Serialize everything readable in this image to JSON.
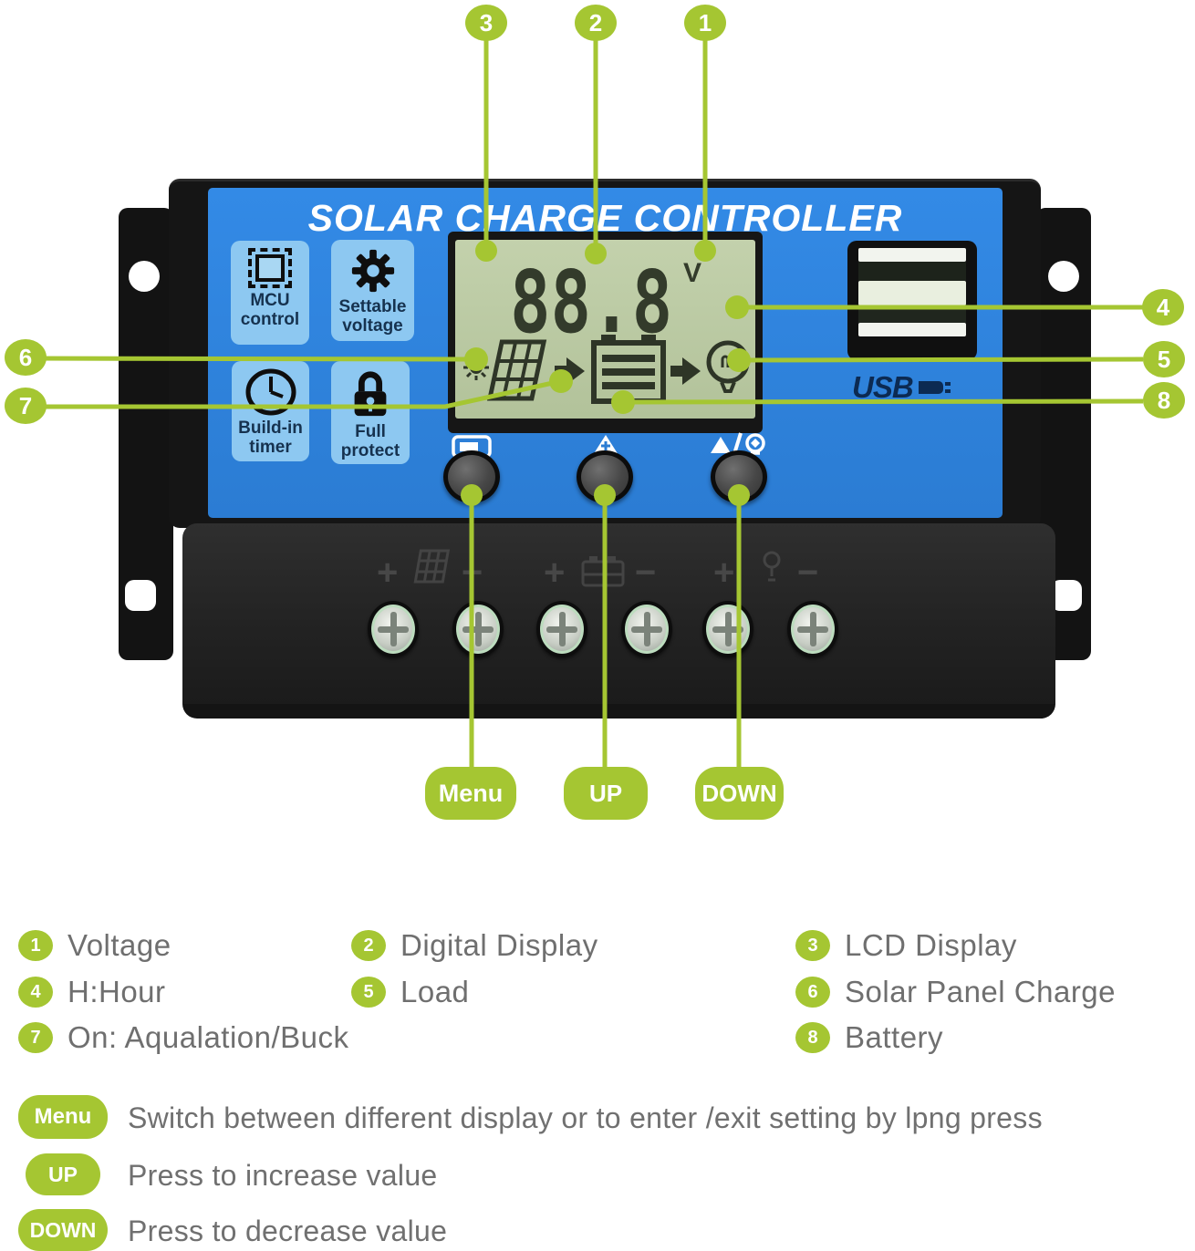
{
  "title": "SOLAR CHARGE CONTROLLER",
  "device": {
    "features": [
      {
        "label": "MCU control"
      },
      {
        "label": "Settable voltage"
      },
      {
        "label": "Build-in timer"
      },
      {
        "label": "Full protect"
      }
    ],
    "lcd": {
      "value": "88.8",
      "unit": "V"
    },
    "usb_label": "USB",
    "terminals": {
      "plus": "+",
      "minus": "−"
    }
  },
  "callouts": {
    "n1": "1",
    "n2": "2",
    "n3": "3",
    "n4": "4",
    "n5": "5",
    "n6": "6",
    "n7": "7",
    "n8": "8"
  },
  "legend": {
    "items": [
      {
        "num": "1",
        "label": "Voltage"
      },
      {
        "num": "2",
        "label": "Digital Display"
      },
      {
        "num": "3",
        "label": "LCD Display"
      },
      {
        "num": "4",
        "label": "H:Hour"
      },
      {
        "num": "5",
        "label": "Load"
      },
      {
        "num": "6",
        "label": "Solar Panel Charge"
      },
      {
        "num": "7",
        "label": "On: Aqualation/Buck"
      },
      {
        "num": "8",
        "label": "Battery"
      }
    ]
  },
  "controls": [
    {
      "key": "Menu",
      "desc": "Switch between different display or to enter /exit setting by lpng press"
    },
    {
      "key": "UP",
      "desc": "Press to increase value"
    },
    {
      "key": "DOWN",
      "desc": "Press to decrease value"
    }
  ],
  "colors": {
    "accent_green": "#a5c632",
    "panel_blue": "#2d7fd9",
    "lcd_green": "#b9c8a1",
    "legend_text": "#6f6f6f"
  }
}
